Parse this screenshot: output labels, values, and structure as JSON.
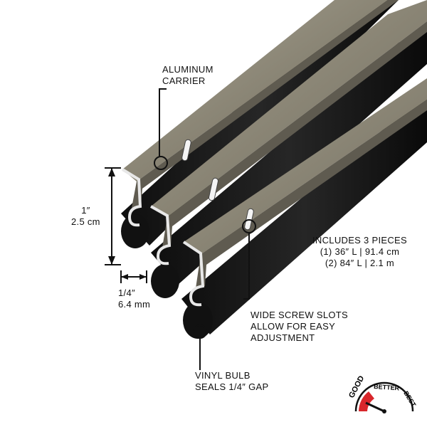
{
  "callouts": {
    "carrier": {
      "line1": "ALUMINUM",
      "line2": "CARRIER"
    },
    "height": {
      "imperial": "1″",
      "metric": "2.5 cm"
    },
    "width": {
      "imperial": "1/4″",
      "metric": "6.4 mm"
    },
    "pieces": {
      "line1": "INCLUDES 3 PIECES",
      "line2": "(1) 36″ L | 91.4 cm",
      "line3": "(2) 84″ L | 2.1 m"
    },
    "slots": {
      "line1": "WIDE SCREW SLOTS",
      "line2": "ALLOW FOR EASY",
      "line3": "ADJUSTMENT"
    },
    "bulb": {
      "line1": "VINYL BULB",
      "line2": "SEALS 1/4″ GAP"
    }
  },
  "rating": {
    "labels": {
      "good": "GOOD",
      "better": "BETTER",
      "best": "BEST"
    },
    "selected": "good"
  },
  "colors": {
    "aluminum": "#8f8a7c",
    "aluminum_dark": "#5f5b50",
    "aluminum_light": "#bdb8a8",
    "vinyl": "#1c1c1c",
    "good": "#d8262b",
    "line": "#111111"
  }
}
